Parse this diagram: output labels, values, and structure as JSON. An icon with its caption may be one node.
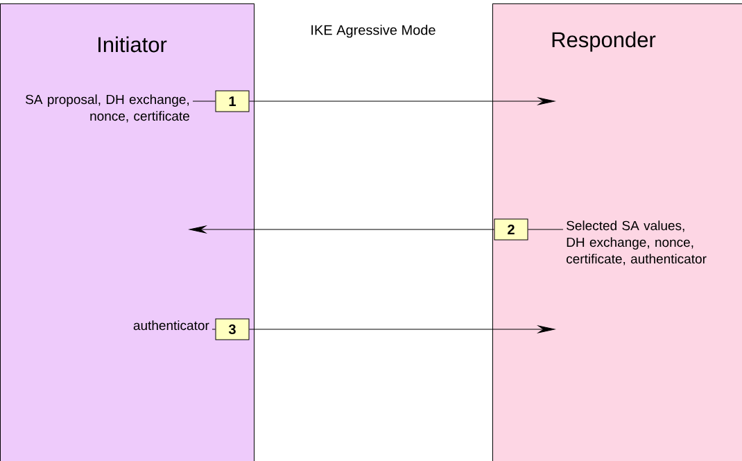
{
  "diagram": {
    "title": "IKE Agressive Mode",
    "nodes": [
      {
        "text": [
          "Initiator"
        ]
      },
      {
        "text": [
          "Responder"
        ]
      },
      {
        "text": [
          "SA proposal, DH exchange, nonce, certificate"
        ],
        "in": 0
      },
      {
        "text": [
          "1"
        ],
        "in": 0
      },
      {
        "text": [
          "2"
        ],
        "in": 1
      },
      {
        "text": [
          "Selected SA values, DH exchange, nonce, certificate, authenticator"
        ],
        "in": 1
      },
      {
        "text": [
          "authenticator"
        ],
        "in": 0
      },
      {
        "text": [
          "3"
        ],
        "in": 0
      }
    ],
    "edges": [
      {
        "from": 2,
        "to": 3,
        "arrow": "none"
      },
      {
        "from": 3,
        "to": 1,
        "arrow": "to"
      },
      {
        "from": 5,
        "to": 4,
        "arrow": "none"
      },
      {
        "from": 4,
        "to": 0,
        "arrow": "to"
      },
      {
        "from": 6,
        "to": 7,
        "arrow": "none"
      },
      {
        "from": 7,
        "to": 1,
        "arrow": "to"
      }
    ]
  }
}
